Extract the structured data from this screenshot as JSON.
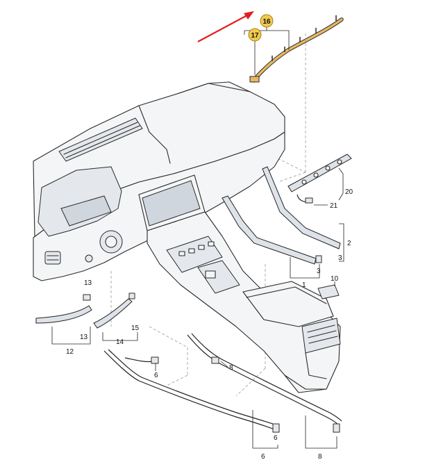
{
  "callouts": {
    "c1": "1",
    "c2": "2",
    "c3": "3",
    "c6a": "6",
    "c6b": "6",
    "c6c": "6",
    "c8a": "8",
    "c8b": "8",
    "c10": "10",
    "c12": "12",
    "c13a": "13",
    "c13b": "13",
    "c14": "14",
    "c15": "15",
    "c16": "16",
    "c17": "17",
    "c20": "20",
    "c21": "21"
  },
  "colors": {
    "highlight_badge": "#f2c94c",
    "highlight_part": "#e8b860",
    "arrow": "#e02020"
  }
}
